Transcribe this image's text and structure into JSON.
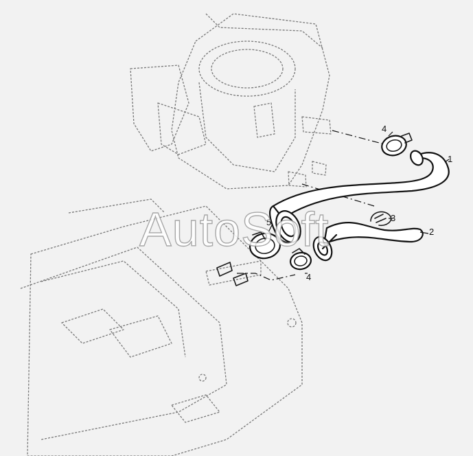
{
  "watermark": "AutoSoft",
  "callouts": [
    {
      "id": "c1",
      "label": "1"
    },
    {
      "id": "c2",
      "label": "2"
    },
    {
      "id": "c3",
      "label": "3"
    },
    {
      "id": "c4a",
      "label": "4"
    },
    {
      "id": "c4b",
      "label": "4"
    },
    {
      "id": "c5",
      "label": "5"
    }
  ],
  "colors": {
    "background": "#f2f2f2",
    "line": "#111111",
    "hatch": "#777777"
  }
}
